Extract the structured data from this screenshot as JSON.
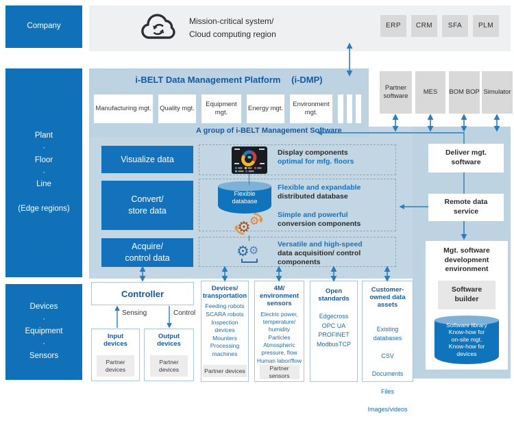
{
  "palette": {
    "sidebar_blue": "#1070b8",
    "action_blue": "#1472bd",
    "light_blue_main": "#c2d6e3",
    "light_blue_panel": "#bdd3e2",
    "accent_text_blue": "#15599f",
    "arrow_blue": "#2b7cbf",
    "gray_panel": "#eff0f2",
    "gray_box": "#d9d9da",
    "cylinder_blue": "#1074bd"
  },
  "icons": {
    "cloud": "cloud-sync-icon",
    "dashboard": "dashboard-donut-icon",
    "database": "cylinder-icon",
    "convert_gears": "⚙",
    "acquire_gears": "⚙"
  },
  "sidebar": {
    "company": "Company",
    "edge": "Plant\n·\nFloor\n·\nLine\n\n(Edge regions)",
    "field": "Devices\n·\nEquipment\n·\nSensors"
  },
  "cloud": {
    "title": "Mission-critical system/\nCloud computing region",
    "systems": [
      "ERP",
      "CRM",
      "SFA",
      "PLM"
    ]
  },
  "platform": {
    "title": "i-BELT Data Management Platform",
    "title_suffix": "(i-DMP)",
    "modules": [
      "Manufacturing mgt.",
      "Quality mgt.",
      "Equipment mgt.",
      "Energy mgt.",
      "Environment mgt."
    ],
    "group_caption": "A group of i-BELT Management Software"
  },
  "external_systems": [
    "Partner software",
    "MES",
    "BOM BOP",
    "Simulator"
  ],
  "layers": {
    "visualize": {
      "label": "Visualize data",
      "desc_dark": "Display components",
      "desc_blue": "optimal for mfg. floors"
    },
    "convert": {
      "label": "Convert/\nstore data",
      "database_label": "Flexible\ndatabase",
      "desc1_blue": "Flexible and expandable",
      "desc1_dark": "distributed database",
      "desc2_blue": "Simple and powerful",
      "desc2_dark": "conversion components"
    },
    "acquire": {
      "label": "Acquire/\ncontrol data",
      "desc_blue": "Versatile and high-speed",
      "desc_dark": "data acquisition/ control components"
    }
  },
  "right_rail": {
    "deliver": "Deliver mgt.\nsoftware",
    "remote": "Remote data\nservice",
    "dev_env_title": "Mgt. software\ndevelopment\nenvironment",
    "builder": "Software\nbuilder",
    "library": "Software library\nKnow-how for\non-site mgt.\nKnow-how for\ndevices"
  },
  "controller": {
    "title": "Controller",
    "sensing": "Sensing",
    "control": "Control",
    "input_title": "Input\ndevices",
    "input_partner": "Partner\ndevices",
    "output_title": "Output\ndevices",
    "output_partner": "Partner\ndevices"
  },
  "columns": [
    {
      "title": "Devices/\ntransportation",
      "items": [
        "Feeding robots",
        "SCARA robots",
        "Inspection devices",
        "Mounters",
        "Processing machines"
      ],
      "partner": "Partner devices"
    },
    {
      "title": "4M/\nenvironment\nsensors",
      "items": [
        "Electric power, temperature/ humidity",
        "Particles",
        "Atmospheric pressure, flow",
        "Human labor/flow"
      ],
      "partner": "Partner\nsensors"
    },
    {
      "title": "Open\nstandards",
      "items": [
        "Edgecross",
        "OPC UA",
        "PROFINET",
        "ModbusTCP"
      ]
    },
    {
      "title": "Customer-\nowned data\nassets",
      "items": [
        "Existing\ndatabases",
        "CSV",
        "Documents",
        "Files",
        "Images/videos"
      ]
    }
  ]
}
